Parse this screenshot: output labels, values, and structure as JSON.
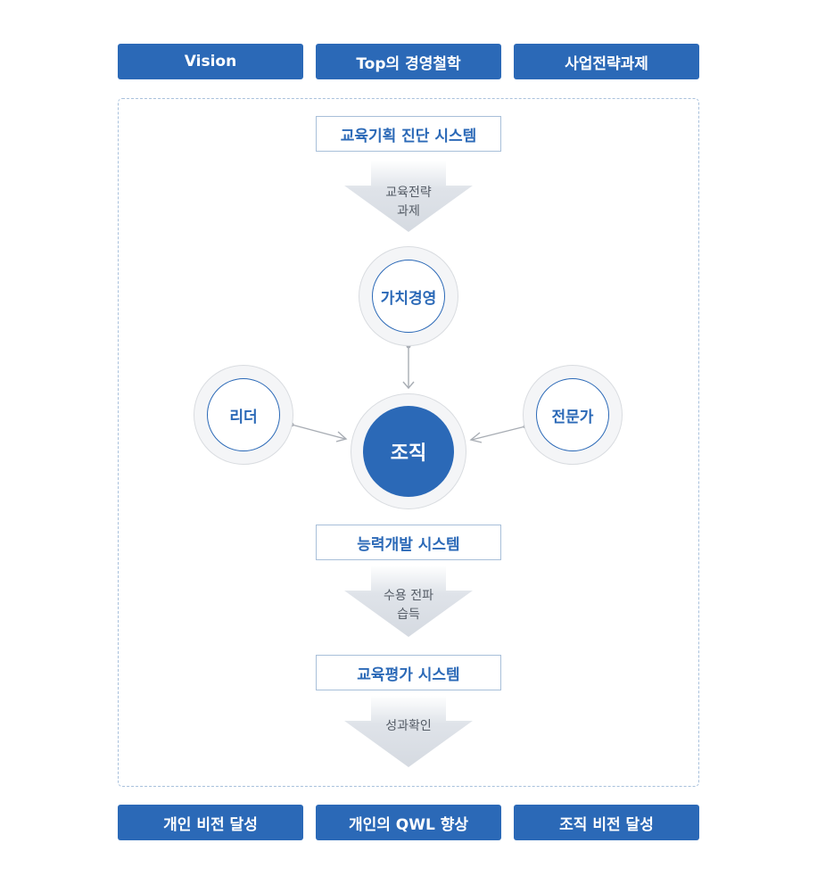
{
  "top_row": [
    "Vision",
    "Top의 경영철학",
    "사업전략과제"
  ],
  "systems": {
    "diagnosis": "교육기획 진단 시스템",
    "development": "능력개발 시스템",
    "evaluation": "교육평가 시스템"
  },
  "arrows": {
    "first": [
      "교육전략",
      "과제"
    ],
    "second": [
      "수용 전파",
      "습득"
    ],
    "third": [
      "성과확인"
    ]
  },
  "nodes": {
    "top": "가치경영",
    "left": "리더",
    "right": "전문가",
    "center": "조직"
  },
  "bottom_row": [
    "개인 비전 달성",
    "개인의 QWL 향상",
    "조직 비전 달성"
  ],
  "colors": {
    "primary": "#2b69b7",
    "arrow_fill": "#d8dde4",
    "frame_border": "#a9c1dc"
  }
}
